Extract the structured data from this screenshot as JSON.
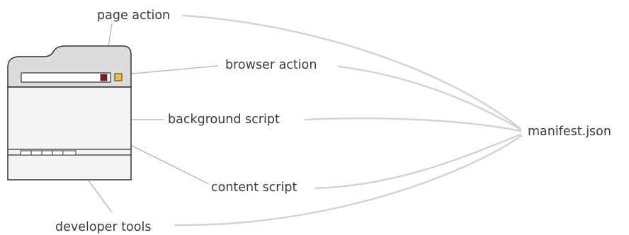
{
  "labels": {
    "page_action": "page action",
    "browser_action": "browser action",
    "background_script": "background script",
    "content_script": "content script",
    "developer_tools": "developer tools",
    "manifest": "manifest.json"
  },
  "colors": {
    "label_text": "#3a3a3a",
    "browser_outline": "#333333",
    "browser_chrome": "#dcdcdc",
    "page_body": "#f4f4f4",
    "page_action_icon": "#8b1a1a",
    "browser_action_icon": "#f2c12e",
    "pointer_line": "#bdbdbd",
    "manifest_curve": "#d4d4d4"
  },
  "icons": {
    "browser_window": "browser-window-icon",
    "page_action": "page-action-icon",
    "browser_action": "browser-action-icon"
  }
}
